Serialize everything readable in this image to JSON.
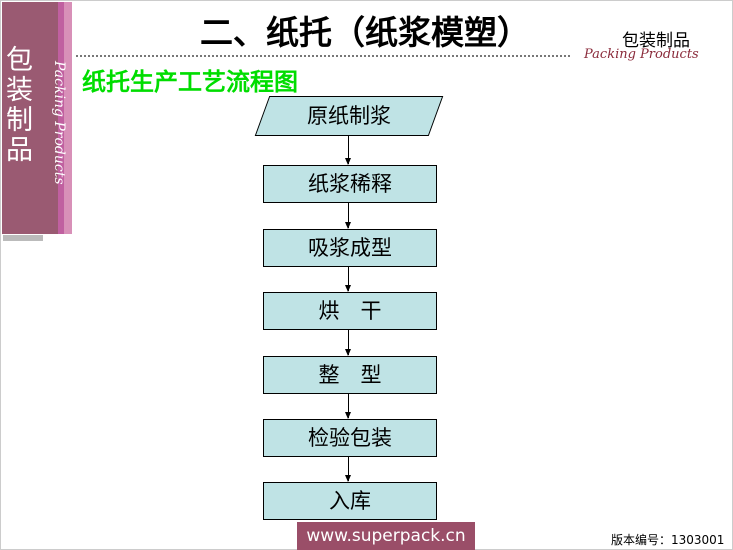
{
  "title": "二、纸托（纸浆模塑）",
  "sidebar": {
    "brand_cn": "包装制品",
    "brand_en": "Packing Products"
  },
  "header_brand": {
    "cn": "包装制品",
    "en": "Packing Products"
  },
  "subtitle": "纸托生产工艺流程图",
  "flow": {
    "start": "原纸制浆",
    "steps": [
      "纸浆稀释",
      "吸浆成型",
      "烘　干",
      "整　型",
      "检验包装",
      "入库"
    ]
  },
  "footer": {
    "url": "www.superpack.cn",
    "version": "版本编号：1303001"
  }
}
